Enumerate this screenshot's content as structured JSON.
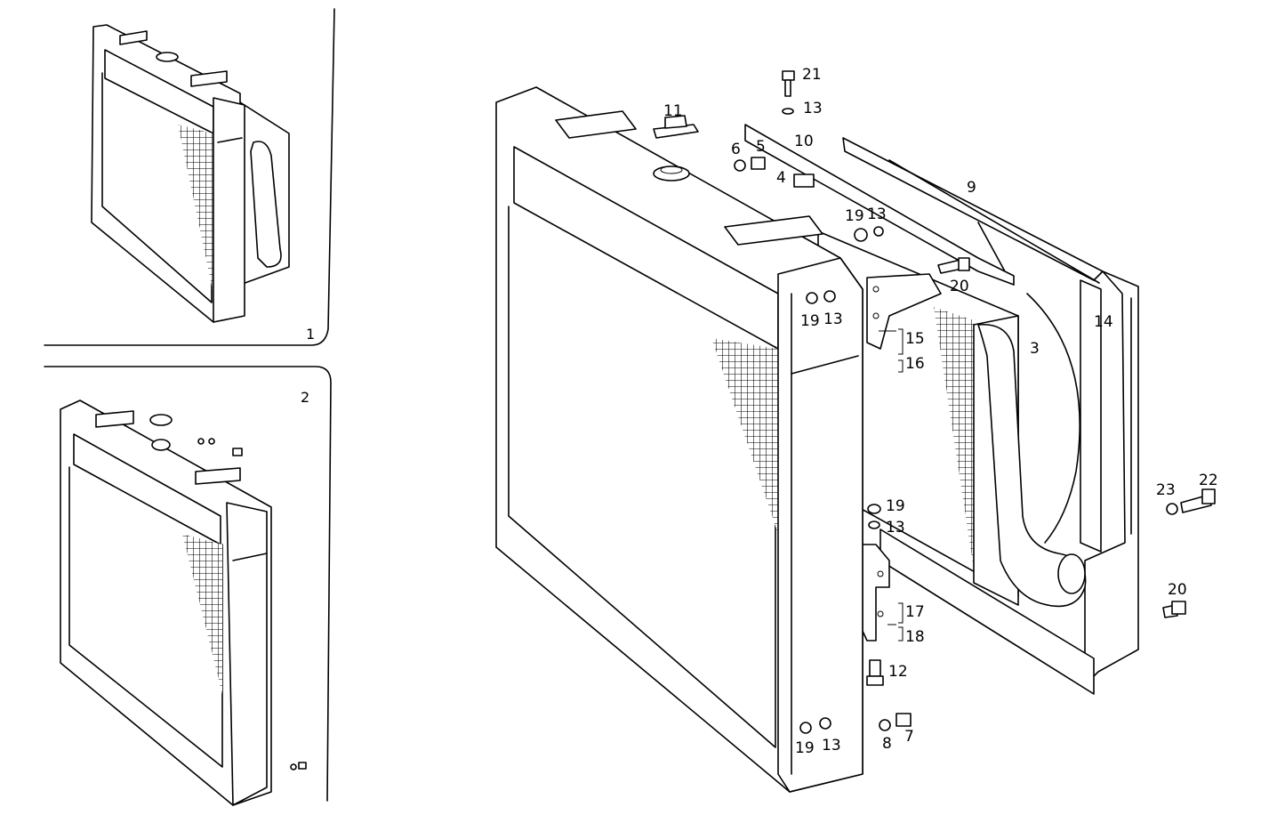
{
  "insets": [
    {
      "id": "inset-1",
      "label": "1"
    },
    {
      "id": "inset-2",
      "label": "2"
    }
  ],
  "callouts": {
    "c3": "3",
    "c4": "4",
    "c5": "5",
    "c6": "6",
    "c7": "7",
    "c8": "8",
    "c9": "9",
    "c10": "10",
    "c11": "11",
    "c12": "12",
    "c13a": "13",
    "c13b": "13",
    "c13c": "13",
    "c13d": "13",
    "c13e": "13",
    "c14": "14",
    "c15": "15",
    "c16": "16",
    "c17": "17",
    "c18": "18",
    "c19a": "19",
    "c19b": "19",
    "c19c": "19",
    "c19d": "19",
    "c20a": "20",
    "c20b": "20",
    "c21": "21",
    "c22": "22",
    "c23": "23"
  }
}
